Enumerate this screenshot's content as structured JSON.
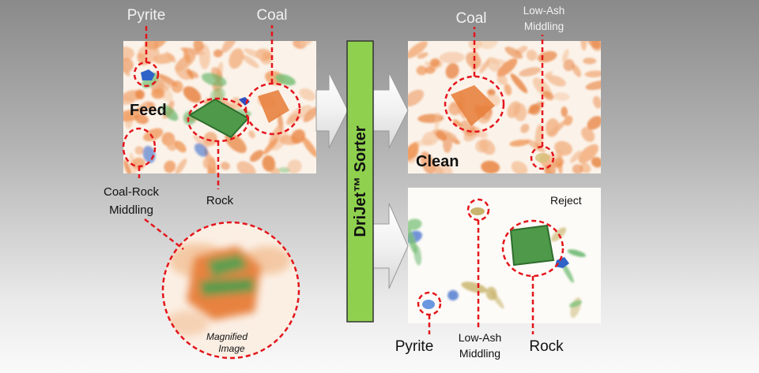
{
  "feed": {
    "label": "Feed",
    "callouts": {
      "pyrite": "Pyrite",
      "coal": "Coal",
      "rock": "Rock",
      "middling_line1": "Coal-Rock",
      "middling_line2": "Middling"
    }
  },
  "magnified": {
    "line1": "Magnified",
    "line2": "Image"
  },
  "sorter": {
    "label": "DriJet™ Sorter"
  },
  "clean": {
    "label": "Clean",
    "callouts": {
      "coal": "Coal",
      "middling_line1": "Low-Ash",
      "middling_line2": "Middling"
    }
  },
  "reject": {
    "label": "Reject",
    "callouts": {
      "pyrite": "Pyrite",
      "middling_line1": "Low-Ash",
      "middling_line2": "Middling",
      "rock": "Rock"
    }
  },
  "colors": {
    "callout": "#e4151b",
    "sorter_fill": "#8fd14f",
    "coal_orange": "#e8823f",
    "rock_green": "#4e9a4a",
    "pyrite_blue": "#2f63c8"
  }
}
